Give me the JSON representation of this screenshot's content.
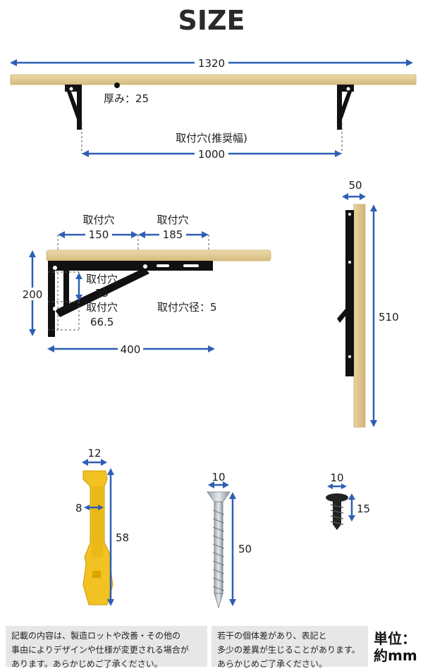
{
  "title": "SIZE",
  "shelf": {
    "width_label": "1320",
    "thickness_label": "厚み：25",
    "mount_hole_title": "取付穴(推奨幅)",
    "mount_hole_width": "1000"
  },
  "bracket": {
    "hole_label_1": "取付穴",
    "hole_value_1": "150",
    "hole_label_2": "取付穴",
    "hole_value_2": "185",
    "height_label": "200",
    "vert_hole_label_1": "取付穴",
    "vert_hole_value_1": "55",
    "vert_hole_label_2": "取付穴",
    "vert_hole_value_2": "66.5",
    "hole_diameter_label": "取付穴径：5",
    "length_label": "400"
  },
  "folded": {
    "thickness_label": "50",
    "height_label": "510"
  },
  "hardware": {
    "anchor_width": "12",
    "anchor_inner": "8",
    "anchor_length": "58",
    "screw_width": "10",
    "screw_length": "50",
    "short_screw_width": "10",
    "short_screw_length": "15"
  },
  "notes": {
    "note_left": "記載の内容は、製造ロットや改善・その他の\n事由によりデザインや仕様が変更される場合が\nあります。あらかじめご了承ください。",
    "note_right": "若干の個体差があり、表記と\n多少の差異が生じることがあります。\nあらかじめご了承ください。",
    "unit": "単位：\n約mm"
  }
}
